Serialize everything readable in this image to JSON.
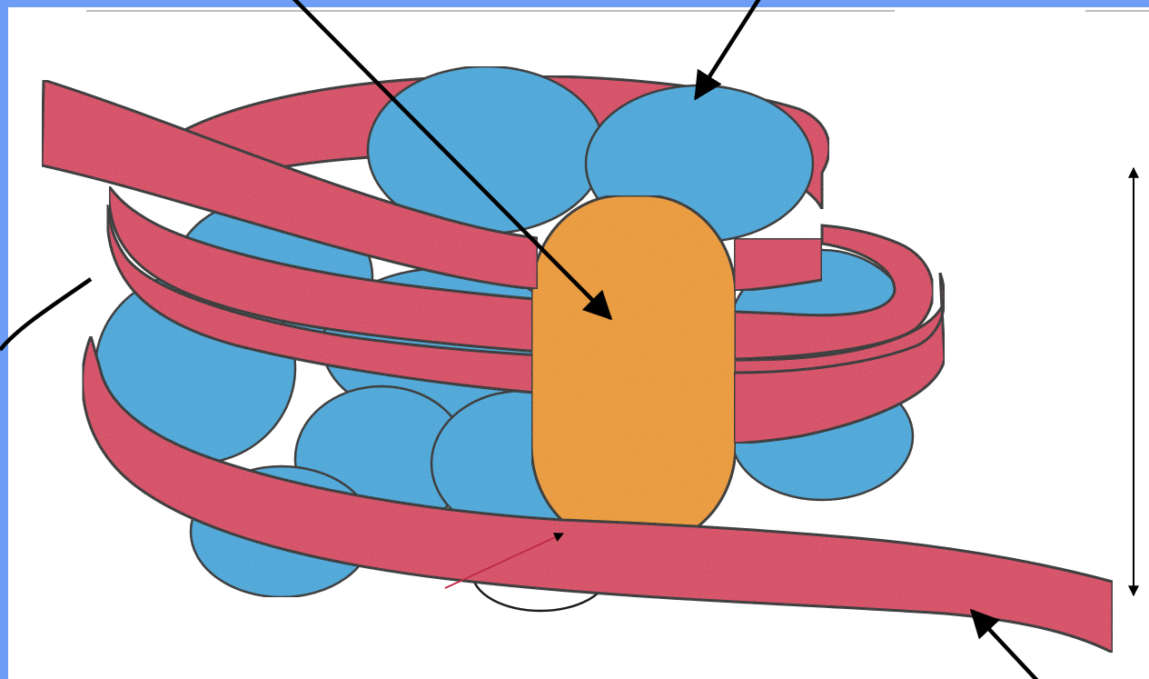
{
  "diagram": {
    "subject": "nucleosome",
    "colors": {
      "frame": "#6d9df5",
      "background": "#ffffff",
      "histone": "#3fa8dc",
      "histone_dark": "#2e8fc4",
      "dna": "#d9435f",
      "dna_dark": "#b8304c",
      "linker_histone": "#ee9a22",
      "linker_histone_dark": "#d07d10",
      "outline": "#1b1b1b",
      "pointer": "#000000"
    },
    "parts": [
      "histone-octamer",
      "dna-double-helix",
      "linker-histone-h1"
    ],
    "labels": []
  }
}
